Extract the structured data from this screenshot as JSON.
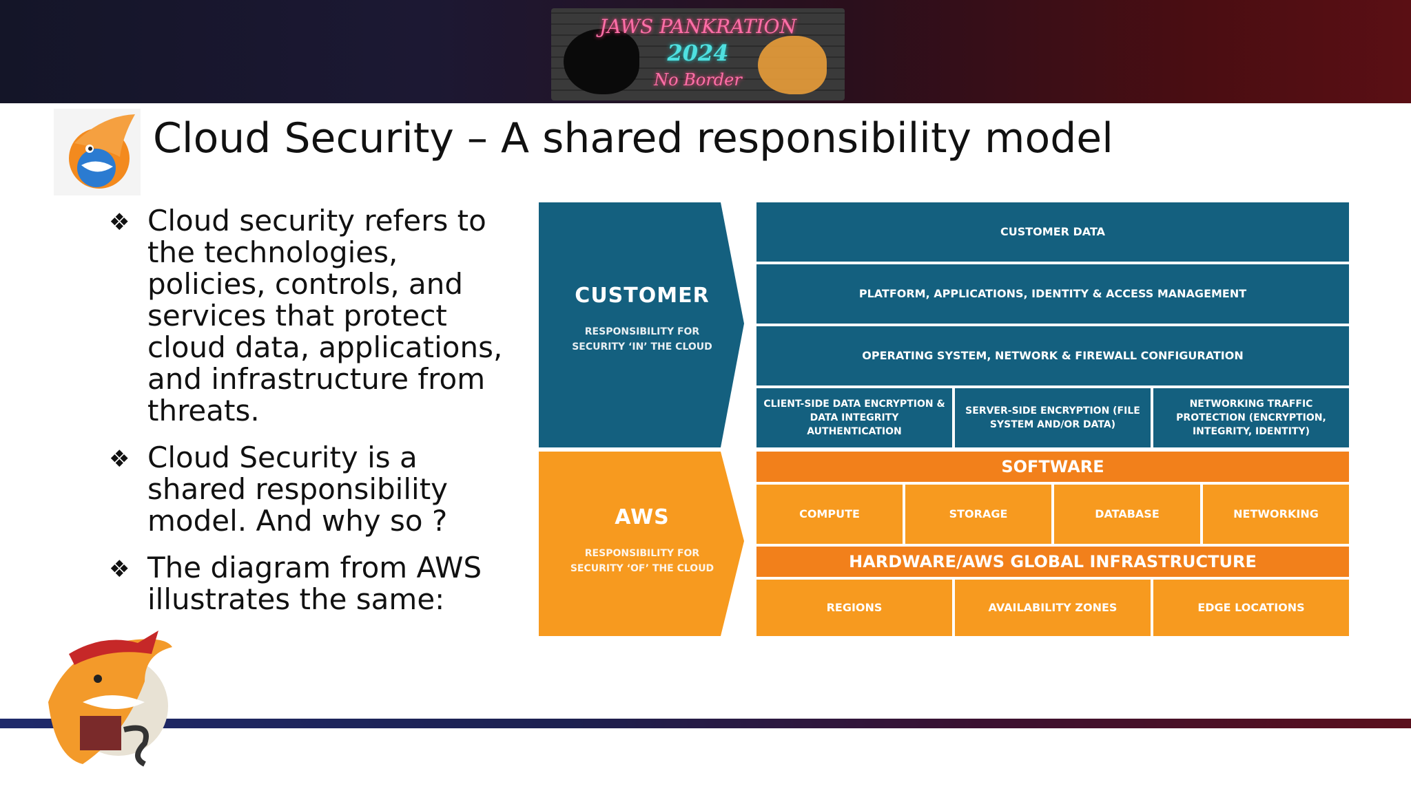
{
  "banner": {
    "logo_line1": "JAWS PANKRATION",
    "logo_line2": "2024",
    "logo_line3": "No Border"
  },
  "slide": {
    "title": "Cloud Security – A shared responsibility model",
    "bullet_marker": "❖",
    "bullets": [
      "Cloud security refers to the technologies, policies, controls, and services that protect cloud data, applications, and infrastructure from threats.",
      "Cloud Security is a shared responsibility model. And why so ?",
      "The diagram from AWS illustrates the same:"
    ]
  },
  "diagram": {
    "customer": {
      "head": "CUSTOMER",
      "sub_line1": "RESPONSIBILITY FOR",
      "sub_line2": "SECURITY ‘IN’ THE CLOUD"
    },
    "aws": {
      "head": "AWS",
      "sub_line1": "RESPONSIBILITY FOR",
      "sub_line2": "SECURITY ‘OF’ THE CLOUD"
    },
    "customer_rows": {
      "data": "CUSTOMER DATA",
      "platform": "PLATFORM, APPLICATIONS, IDENTITY & ACCESS MANAGEMENT",
      "os": "OPERATING SYSTEM, NETWORK & FIREWALL CONFIGURATION",
      "client_side": "CLIENT-SIDE DATA ENCRYPTION & DATA INTEGRITY AUTHENTICATION",
      "server_side": "SERVER-SIDE ENCRYPTION (FILE SYSTEM AND/OR DATA)",
      "networking_traffic": "NETWORKING TRAFFIC PROTECTION (ENCRYPTION, INTEGRITY, IDENTITY)"
    },
    "aws_rows": {
      "software": "SOFTWARE",
      "compute": "COMPUTE",
      "storage": "STORAGE",
      "database": "DATABASE",
      "networking": "NETWORKING",
      "hardware": "HARDWARE/AWS GLOBAL INFRASTRUCTURE",
      "regions": "REGIONS",
      "availability_zones": "AVAILABILITY ZONES",
      "edge_locations": "EDGE LOCATIONS"
    },
    "colors": {
      "customer_blue": "#14607f",
      "aws_orange": "#f79a1f"
    }
  }
}
